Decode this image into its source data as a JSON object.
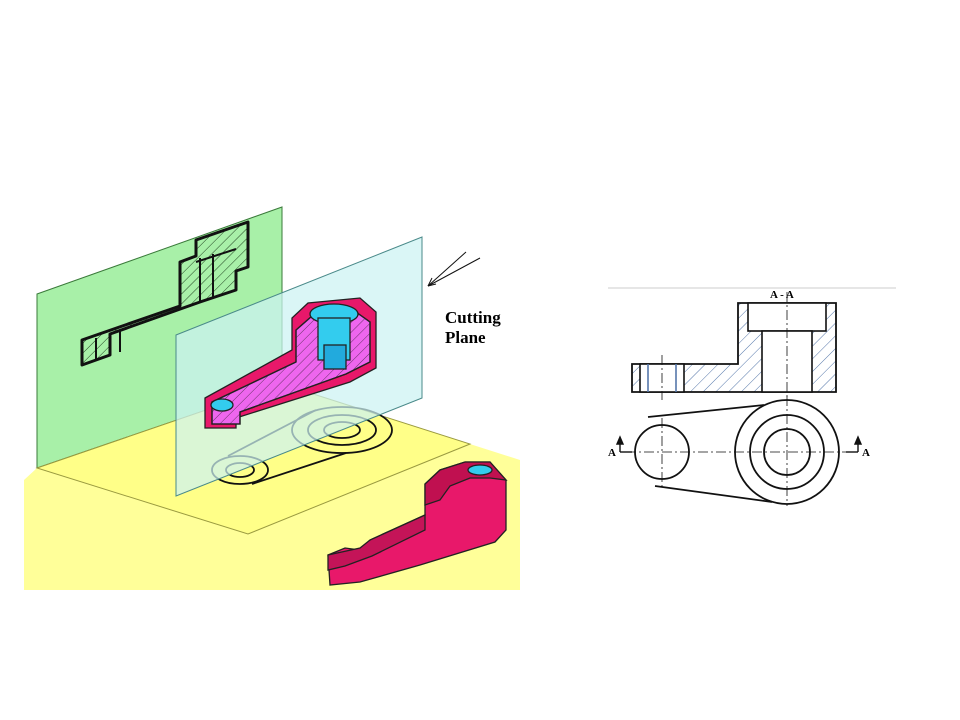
{
  "pictorial": {
    "label_line1": "Cutting",
    "label_line2": "Plane"
  },
  "orthographic": {
    "section_title": "A - A",
    "marker_left": "A",
    "marker_right": "A"
  },
  "colors": {
    "background_plane": "#a8f0a8",
    "ground_plane": "#ffff99",
    "cutting_plane": "#ccf2f2",
    "part_cut": "#ee66ee",
    "part_body": "#e8186a",
    "bore": "#33ccee",
    "hatch_line": "#5577aa"
  }
}
